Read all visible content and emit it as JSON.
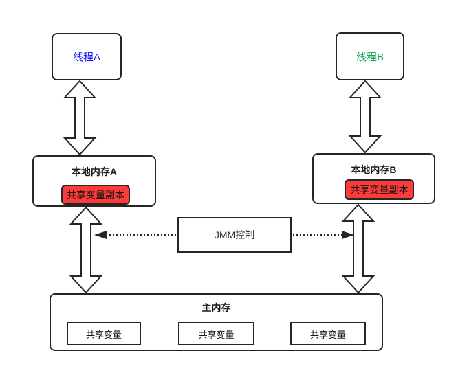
{
  "diagram": {
    "thread_a": {
      "label": "线程A"
    },
    "thread_b": {
      "label": "线程B"
    },
    "local_memory_a": {
      "title": "本地内存A",
      "shared_copy": "共享变量副本"
    },
    "local_memory_b": {
      "title": "本地内存B",
      "shared_copy": "共享变量副本"
    },
    "jmm_control": {
      "label": "JMM控制"
    },
    "main_memory": {
      "title": "主内存",
      "variables": [
        "共享变量",
        "共享变量",
        "共享变量"
      ]
    },
    "colors": {
      "thread_a_text": "#1a1aff",
      "thread_b_text": "#12a454",
      "shared_copy_fill": "#fc3b3b",
      "border": "#262626",
      "jmm_text": "#333333"
    }
  }
}
